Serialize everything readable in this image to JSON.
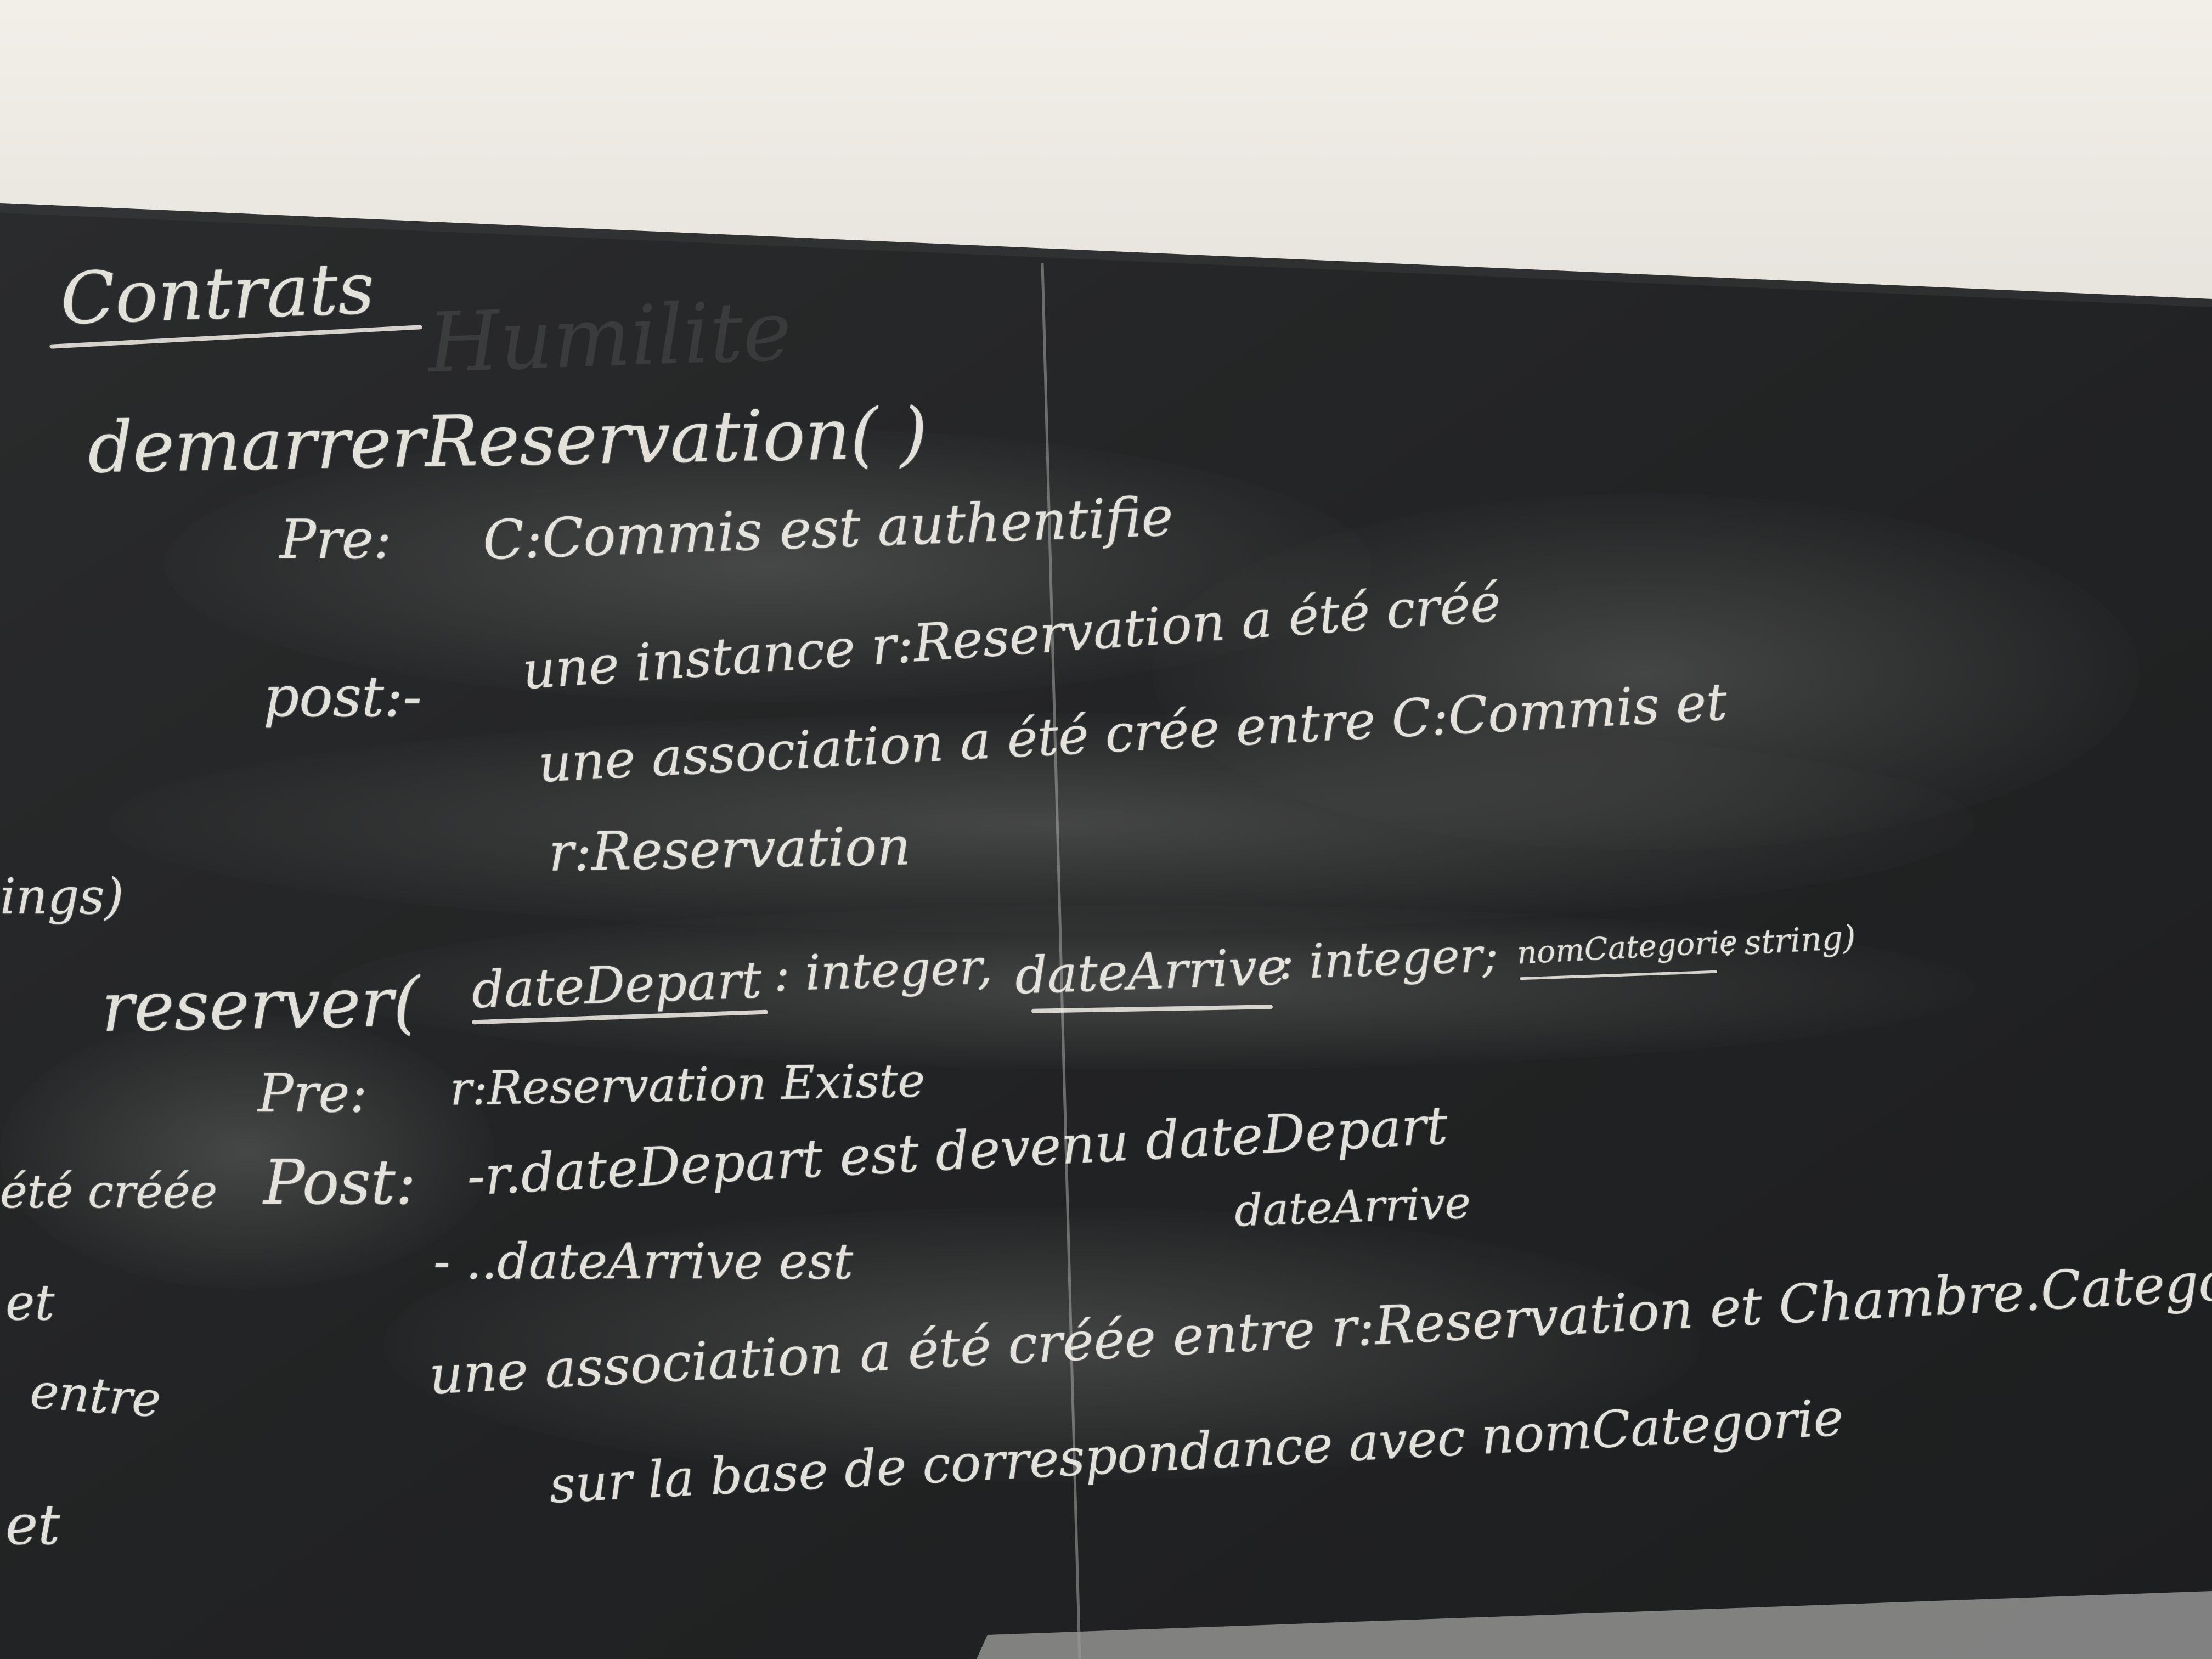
{
  "title": "Contrats",
  "ghost_word": "Humilite",
  "operation1": {
    "signature": "demarrerReservation( )",
    "pre_label": "Pre:",
    "pre_text": "C:Commis est authentifie",
    "post_label": "post:-",
    "post_line1": "une instance r:Reservation a été créé",
    "post_line2": "une association a été crée entre C:Commis et",
    "post_line3": "r:Reservation"
  },
  "operation2": {
    "name": "reserver(",
    "param1": "dateDepart",
    "param1_type": ": integer,",
    "param2": "dateArrive",
    "param2_type": ": integer;",
    "param3": "nomCategorie",
    "param3_type": ": string)",
    "pre_label": "Pre:",
    "pre_text": "r:Reservation Existe",
    "post_label": "Post:",
    "post_line1": "-r.dateDepart est devenu dateDepart",
    "post_line2_left": "- ..dateArrive est",
    "post_line2_right": "dateArrive",
    "post_line3": "une association a été créée entre r:Reservation et Chambre.Categorie",
    "post_line4": "sur la base de correspondance avec nomCategorie"
  },
  "left_fragments": [
    "ings)",
    "été créée",
    "et",
    "entre",
    "et"
  ]
}
